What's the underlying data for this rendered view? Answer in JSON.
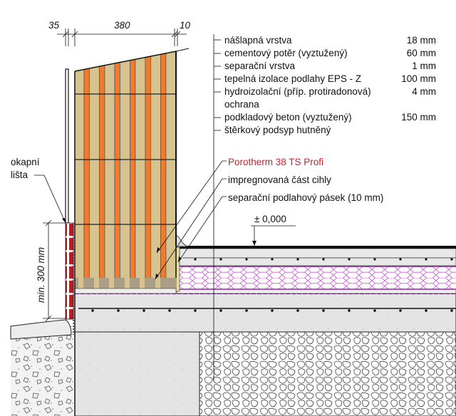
{
  "dimensions": {
    "d1": "35",
    "d2": "380",
    "d3": "10",
    "plinth": "min. 300 mm"
  },
  "layers": [
    {
      "name": "nášlapná vrstva",
      "thickness": "18 mm"
    },
    {
      "name": "cementový potěr (vyztužený)",
      "thickness": "60 mm"
    },
    {
      "name": "separační vrstva",
      "thickness": "1 mm"
    },
    {
      "name": "tepelná izolace podlahy EPS - Z",
      "thickness": "100 mm"
    },
    {
      "name": "hydroizolační (příp. protiradonová)",
      "thickness": "4 mm"
    },
    {
      "name": "ochrana",
      "thickness": ""
    },
    {
      "name": "podkladový beton (vyztužený)",
      "thickness": "150 mm"
    },
    {
      "name": "štěrkový podsyp hutněný",
      "thickness": ""
    }
  ],
  "labels": {
    "product": "Porotherm 38 TS Profi",
    "impregnated": "impregnovaná část cihly",
    "strip": "separační podlahový pásek (10 mm)",
    "level": "± 0,000",
    "drip_1": "okapní",
    "drip_2": "lišta"
  },
  "colors": {
    "brick": "#f07a2e",
    "brick_fill": "#d7c38f",
    "insulation": "#b030c0",
    "product_text": "#d0202a"
  }
}
